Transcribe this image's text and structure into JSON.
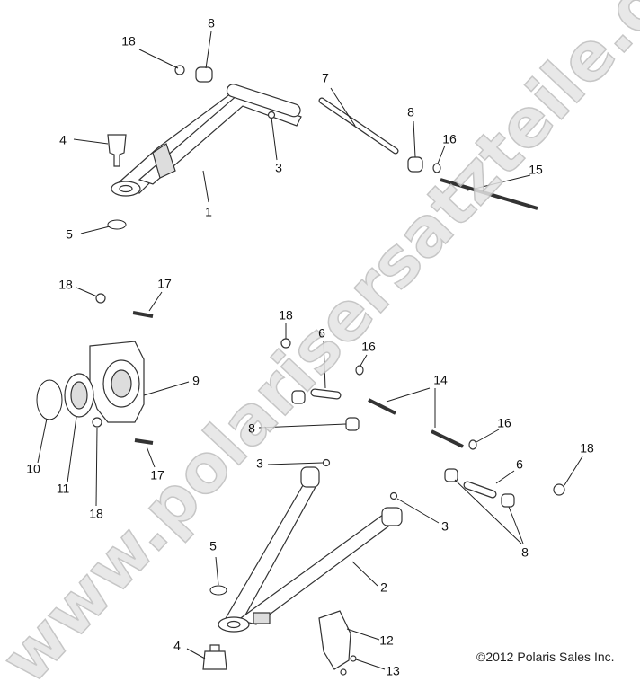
{
  "diagram": {
    "callouts": [
      "18",
      "8",
      "7",
      "8",
      "16",
      "15",
      "4",
      "3",
      "1",
      "5",
      "18",
      "17",
      "18",
      "6",
      "16",
      "14",
      "9",
      "16",
      "18",
      "8",
      "3",
      "6",
      "10",
      "11",
      "17",
      "18",
      "3",
      "8",
      "5",
      "2",
      "12",
      "4",
      "13"
    ],
    "copyright": "©2012 Polaris Sales Inc.",
    "watermark": "www.polarisersatzteile.de"
  }
}
